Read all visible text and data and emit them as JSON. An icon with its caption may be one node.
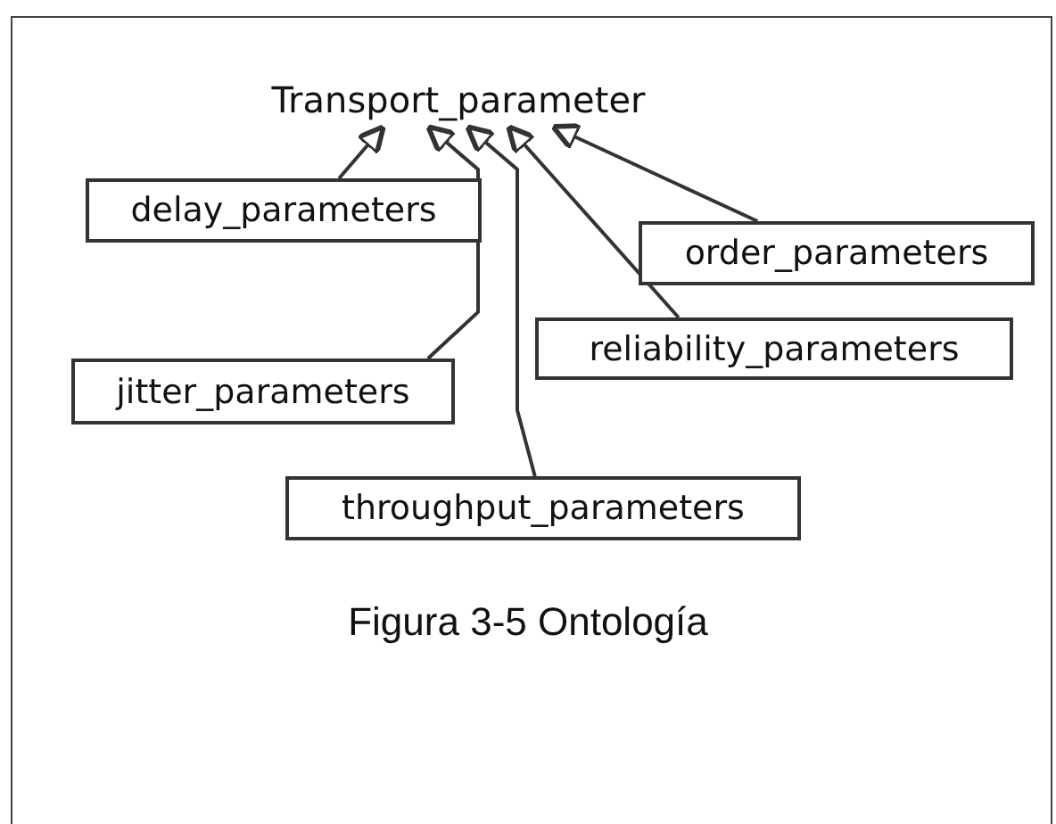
{
  "diagram": {
    "caption": "Figura 3-5 Ontología",
    "nodes": [
      {
        "text": [
          "Transport_parameter"
        ]
      },
      {
        "text": [
          "delay_parameters"
        ]
      },
      {
        "text": [
          "order_parameters"
        ]
      },
      {
        "text": [
          "reliability_parameters"
        ]
      },
      {
        "text": [
          "jitter_parameters"
        ]
      },
      {
        "text": [
          "throughput_parameters"
        ]
      }
    ],
    "edges": [
      {
        "from": 1,
        "to": 0,
        "arrow": "to"
      },
      {
        "from": 4,
        "to": 0,
        "arrow": "to"
      },
      {
        "from": 5,
        "to": 0,
        "arrow": "to"
      },
      {
        "from": 3,
        "to": 0,
        "arrow": "to"
      },
      {
        "from": 2,
        "to": 0,
        "arrow": "to"
      }
    ]
  }
}
